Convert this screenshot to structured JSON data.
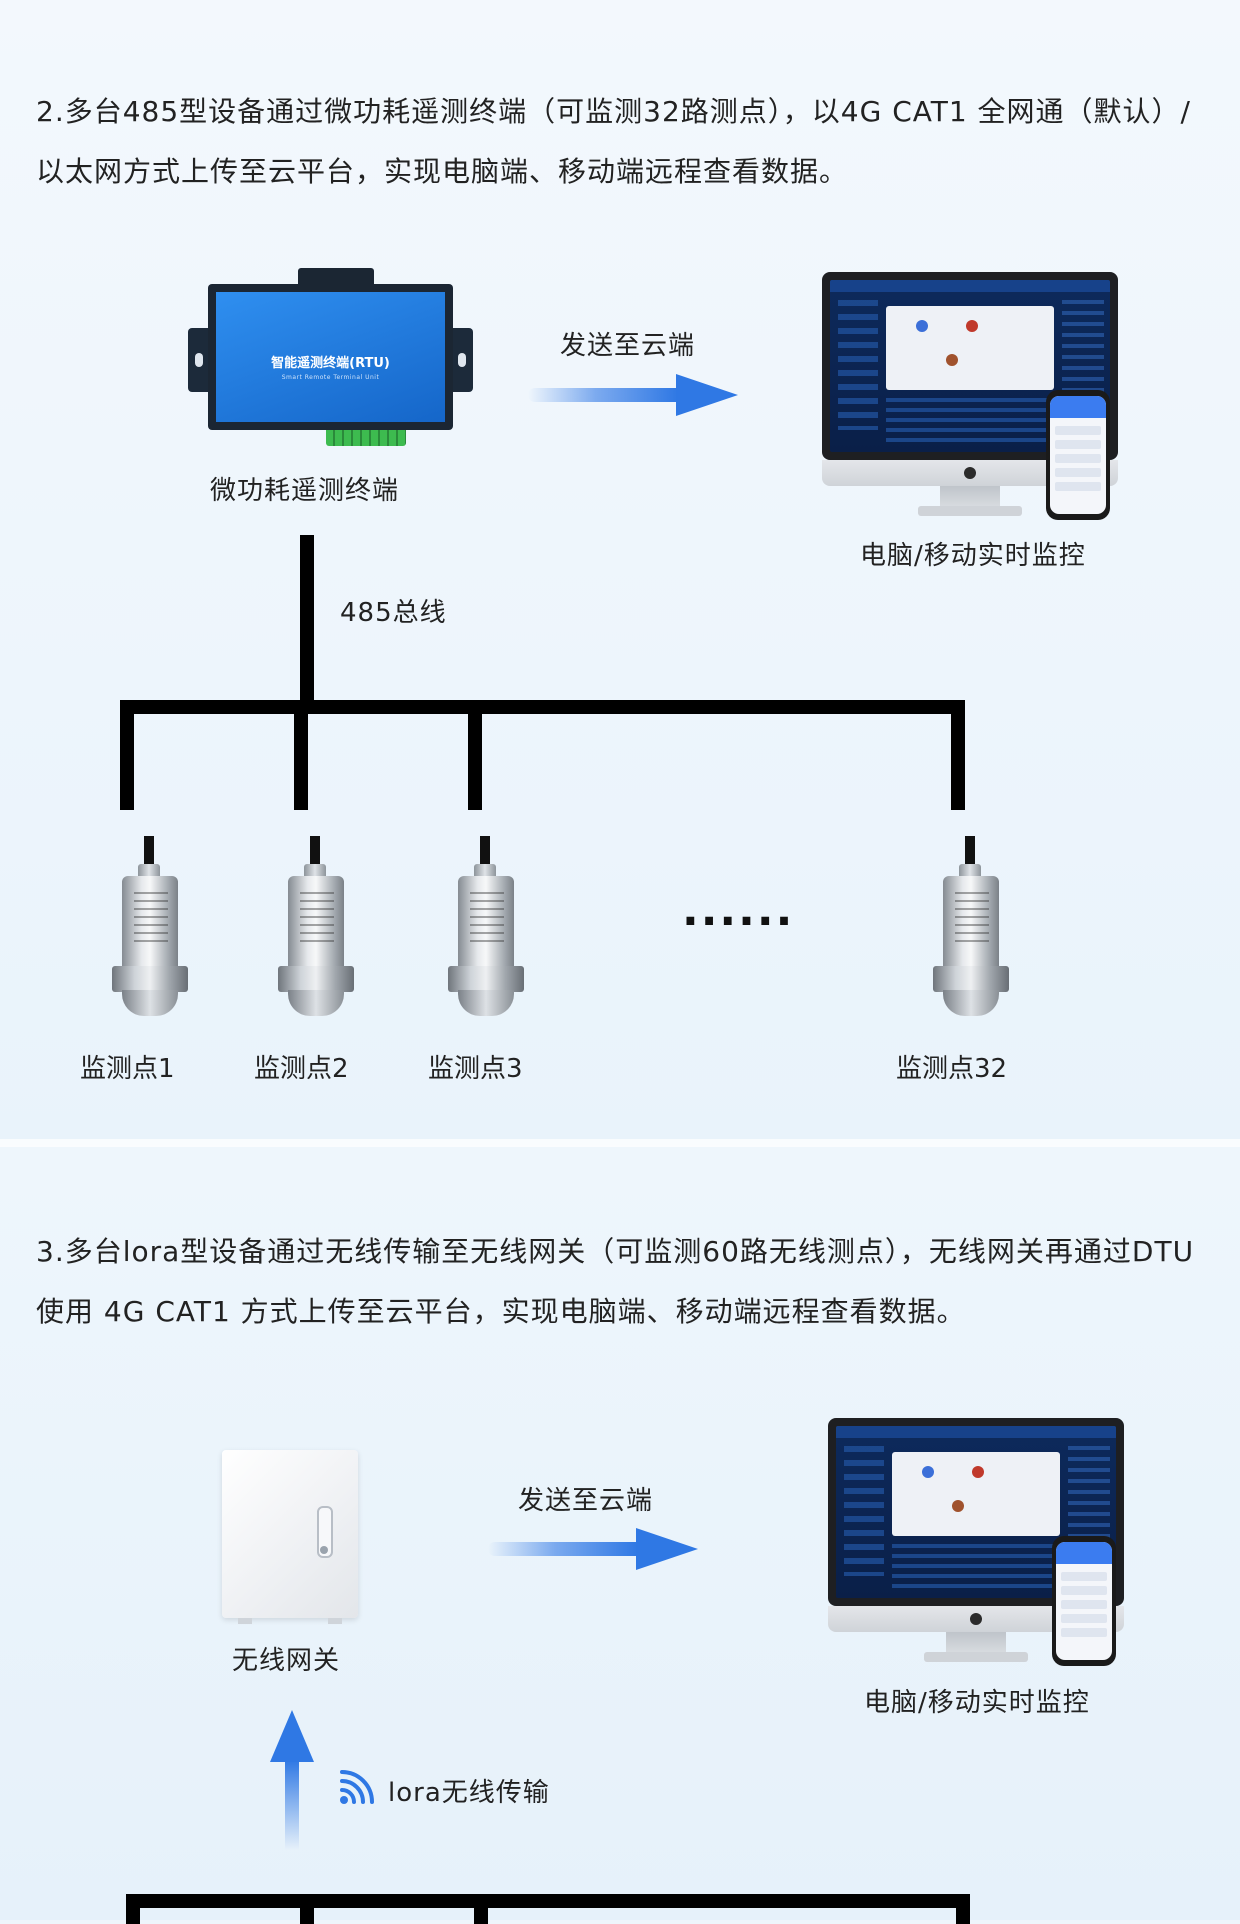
{
  "section1": {
    "description": "2.多台485型设备通过微功耗遥测终端（可监测32路测点），以4G CAT1 全网通（默认）/以太网方式上传至云平台，实现电脑端、移动端远程查看数据。",
    "rtu_title": "智能遥测终端(RTU)",
    "rtu_subtitle": "Smart Remote Terminal Unit",
    "rtu_label": "微功耗遥测终端",
    "send_label": "发送至云端",
    "monitor_label": "电脑/移动实时监控",
    "bus_label": "485总线",
    "sensors": [
      {
        "label": "监测点1"
      },
      {
        "label": "监测点2"
      },
      {
        "label": "监测点3"
      },
      {
        "label": "监测点32"
      }
    ],
    "ellipsis": "······"
  },
  "section2": {
    "description": "3.多台lora型设备通过无线传输至无线网关（可监测60路无线测点），无线网关再通过DTU使用 4G CAT1 方式上传至云平台，实现电脑端、移动端远程查看数据。",
    "gateway_label": "无线网关",
    "send_label": "发送至云端",
    "monitor_label": "电脑/移动实时监控",
    "wireless_label": "lora无线传输"
  },
  "icons": {
    "rtu": "rtu-device-icon",
    "computer": "computer-phone-icon",
    "sensor": "pressure-sensor-icon",
    "gateway": "wireless-gateway-icon",
    "wifi": "wifi-signal-icon",
    "arrow": "arrow-icon"
  },
  "colors": {
    "accent": "#2f78e4",
    "rtu_face": "#1e7be0",
    "bus": "#000000"
  }
}
